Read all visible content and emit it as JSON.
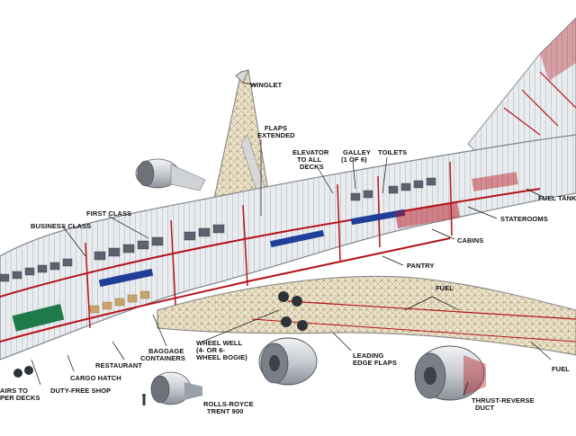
{
  "labels": {
    "winglet": "WINGLET",
    "flaps_extended_1": "FLAPS",
    "flaps_extended_2": "EXTENDED",
    "elevator_1": "ELEVATOR",
    "elevator_2": "TO ALL",
    "elevator_3": "DECKS",
    "galley_1": "GALLEY",
    "galley_2": "(1 OF 6)",
    "toilets": "TOILETS",
    "fuel_tank": "FUEL TANK",
    "first_class": "FIRST CLASS",
    "business_class": "BUSINESS CLASS",
    "staterooms": "STATEROOMS",
    "cabins": "CABINS",
    "pantry": "PANTRY",
    "fuel_center": "FUEL",
    "fuel_right": "FUEL",
    "baggage_1": "BAGGAGE",
    "baggage_2": "CONTAINERS",
    "wheel_well_1": "WHEEL WELL",
    "wheel_well_2": "(4- OR 6-",
    "wheel_well_3": "WHEEL BOGIE)",
    "leading_edge_1": "LEADING",
    "leading_edge_2": "EDGE FLAPS",
    "restaurant": "RESTAURANT",
    "cargo_hatch": "CARGO HATCH",
    "duty_free": "DUTY-FREE SHOP",
    "stairs_1": "AIRS TO",
    "stairs_2": "PER DECKS",
    "rolls_royce_1": "ROLLS-ROYCE",
    "rolls_royce_2": "TRENT 900",
    "thrust_reverse_1": "THRUST-REVERSE",
    "thrust_reverse_2": "DUCT"
  },
  "colors": {
    "fuselage": "#e4e7ec",
    "frame": "#9aa0a8",
    "accent_red": "#b5121b",
    "seat_blue": "#1f3f9a",
    "wood": "#c9a46a",
    "floor_green": "#1e7a4a"
  }
}
